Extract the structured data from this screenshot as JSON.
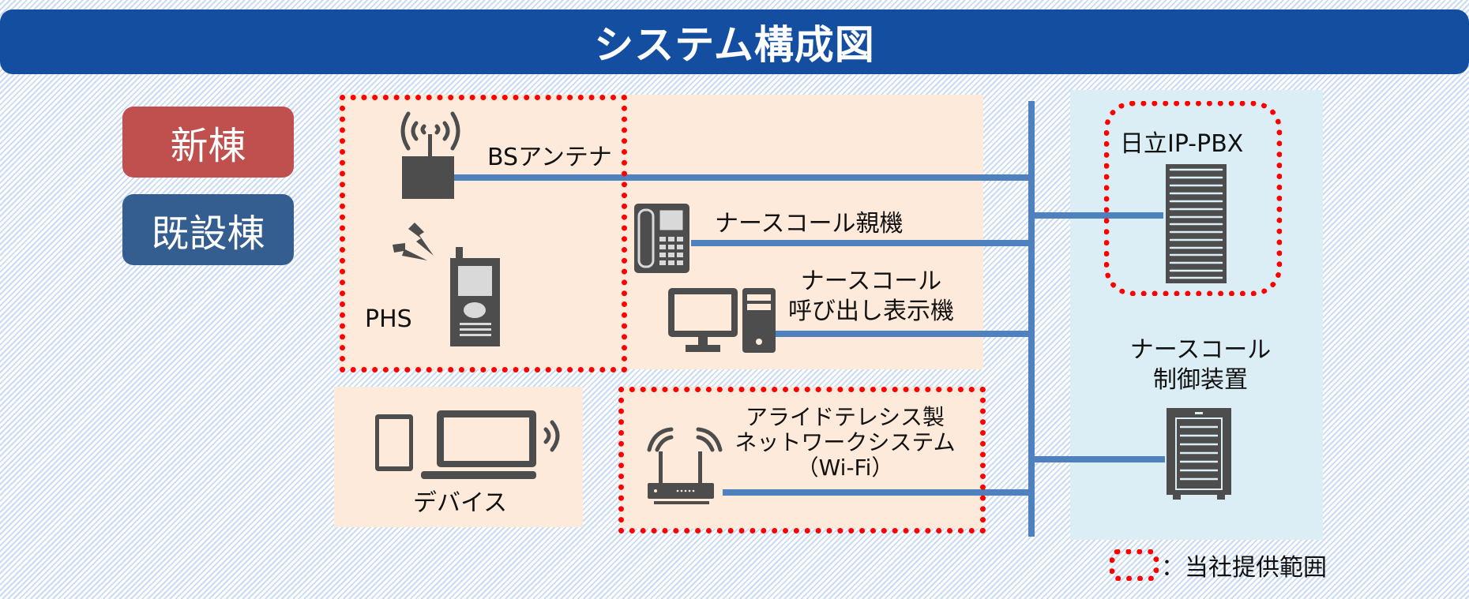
{
  "title": "システム構成図",
  "legend": {
    "new_building": {
      "label": "新棟",
      "color": "#c0504d"
    },
    "existing_building": {
      "label": "既設棟",
      "color": "#355e90"
    }
  },
  "components": {
    "bs_antenna": {
      "label": "BSアンテナ",
      "icon": "antenna-base-station-icon"
    },
    "phs": {
      "label": "PHS",
      "icon": "phs-handset-icon"
    },
    "nurse_call_master": {
      "label": "ナースコール親機",
      "icon": "desk-phone-icon"
    },
    "nurse_call_display": {
      "line1": "ナースコール",
      "line2": "呼び出し表示機",
      "icon": "desktop-computer-icon"
    },
    "devices": {
      "label": "デバイス",
      "icon": "tablet-laptop-icon"
    },
    "wifi": {
      "line1": "アライドテレシス製",
      "line2": "ネットワークシステム",
      "line3": "（Wi-Fi）",
      "icon": "wifi-router-icon"
    },
    "ip_pbx": {
      "label": "日立IP-PBX",
      "icon": "rack-server-icon"
    },
    "nurse_call_controller": {
      "line1": "ナースコール",
      "line2": "制御装置",
      "icon": "server-cabinet-icon"
    }
  },
  "scope_legend": {
    "label": "：当社提供範囲"
  },
  "colors": {
    "title_bar": "#144ea0",
    "connection_line": "#4e81bd",
    "scope_border": "#ff0000",
    "new_zone": "#fdeadb",
    "existing_zone": "#dbeef5",
    "icon": "#4d4d4d"
  }
}
